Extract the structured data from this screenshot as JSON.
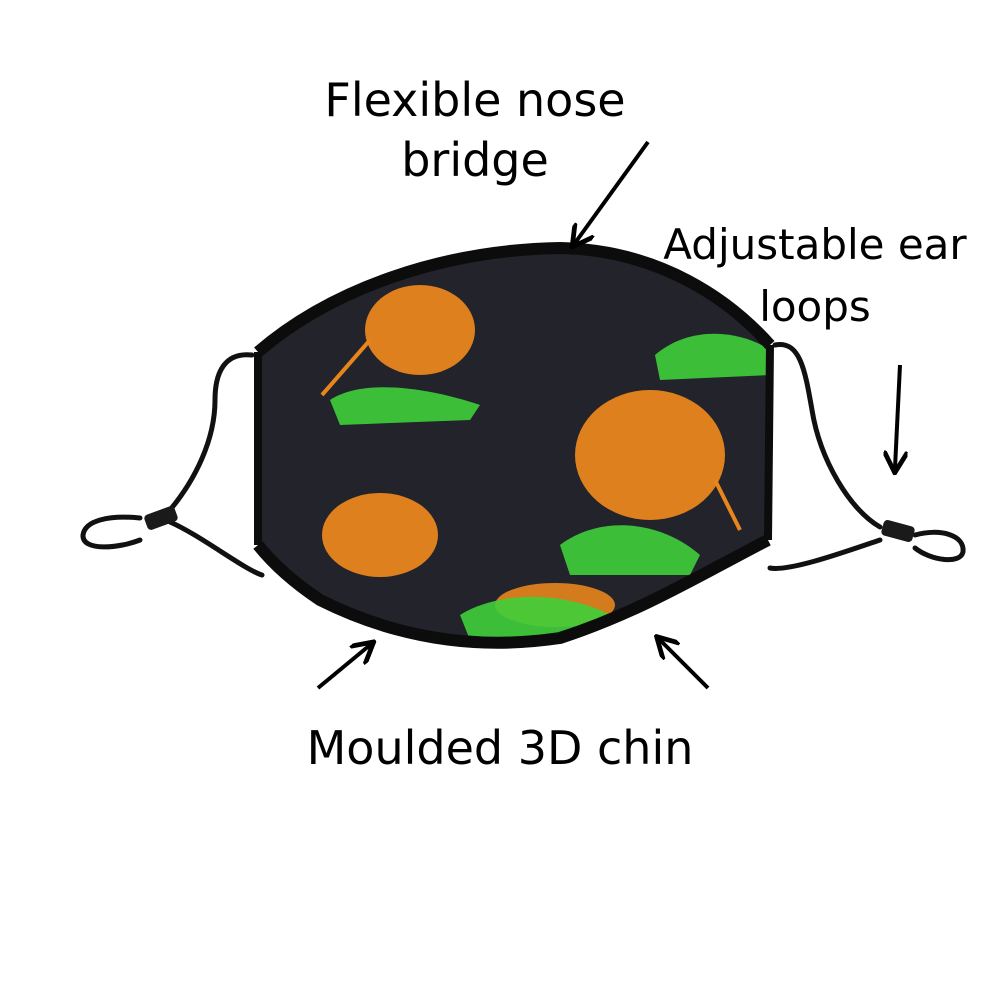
{
  "diagram": {
    "subject": "Face mask with kiwi bird print",
    "colors": {
      "background": "#ffffff",
      "mask_fabric": "#22232b",
      "binding": "#0c0c0c",
      "kiwi_orange": "#e8861c",
      "grass_green": "#3fcf3a",
      "text": "#000000"
    },
    "annotations": [
      {
        "id": "nose",
        "line1": "Flexible nose",
        "line2": "bridge"
      },
      {
        "id": "ear",
        "line1": "Adjustable ear",
        "line2": "loops"
      },
      {
        "id": "chin",
        "line1": "Moulded 3D chin"
      }
    ]
  }
}
